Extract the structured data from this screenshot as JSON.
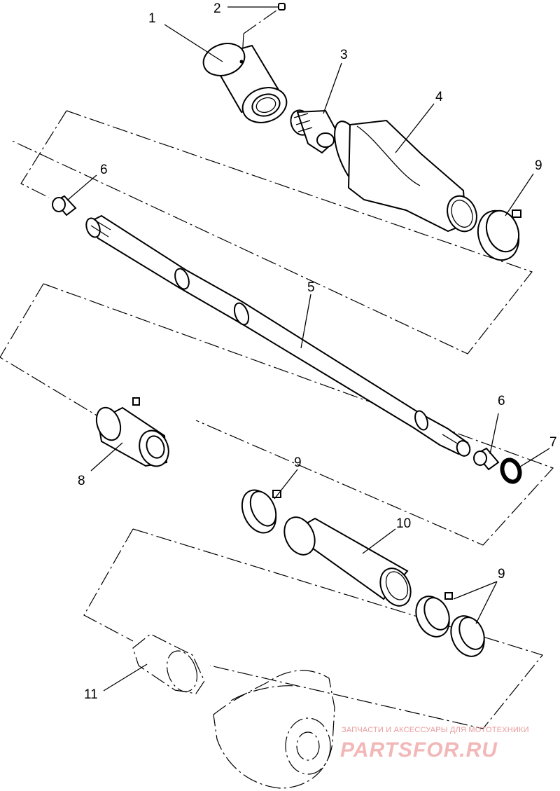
{
  "callouts": [
    "1",
    "2",
    "3",
    "4",
    "5",
    "6",
    "6",
    "7",
    "8",
    "9",
    "9",
    "9",
    "10",
    "11"
  ],
  "watermark": {
    "tagline": "ЗАПЧАСТИ И АКСЕССУАРЫ ДЛЯ МОТОТЕХНИКИ",
    "brand": "PARTSFOR.RU"
  }
}
